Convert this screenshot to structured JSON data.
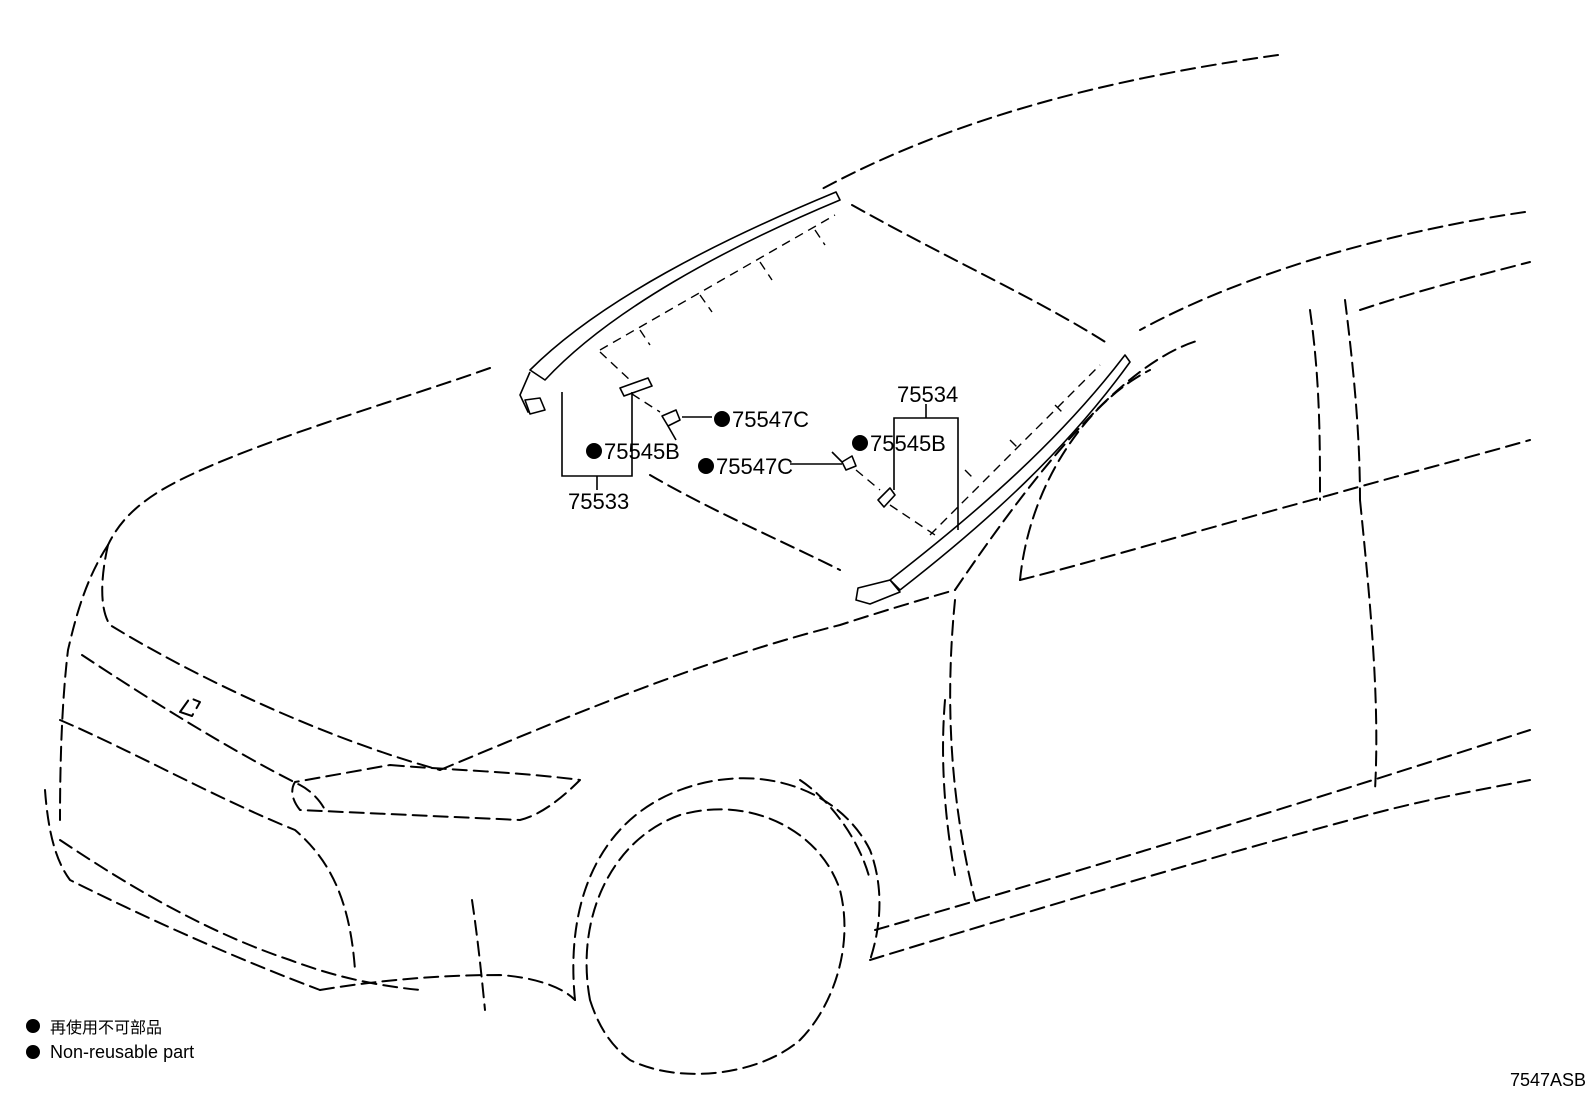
{
  "parts": {
    "p75533": "75533",
    "p75534": "75534",
    "p75545B_left": "75545B",
    "p75545B_right": "75545B",
    "p75547C_upper": "75547C",
    "p75547C_lower": "75547C"
  },
  "legend": {
    "jp_label": "再使用不可部品",
    "en_label": "Non-reusable part"
  },
  "drawing_id": "7547ASB"
}
